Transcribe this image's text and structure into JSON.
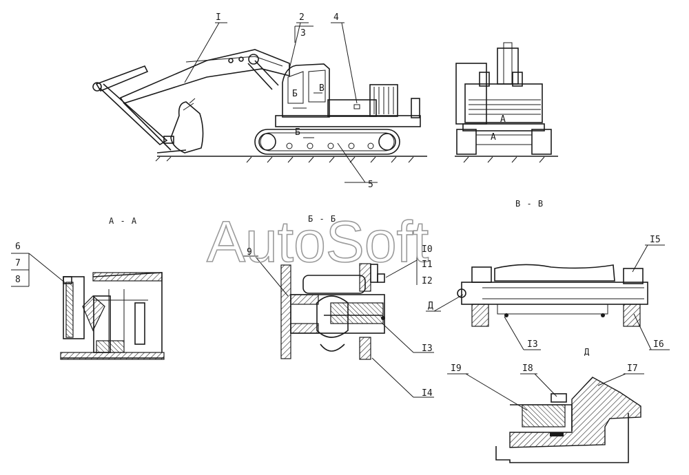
{
  "watermark": "AutoSoft",
  "section_titles": {
    "aa": "А - А",
    "bb": "Б - Б",
    "vv": "В - В",
    "d": "Д"
  },
  "callouts": {
    "c1": "I",
    "c2": "2",
    "c3": "3",
    "c4": "4",
    "c5": "5",
    "c6": "6",
    "c7": "7",
    "c8": "8",
    "c9": "9",
    "c10": "I0",
    "c11": "I1",
    "c12": "I2",
    "c13a": "I3",
    "c13b": "I3",
    "c14": "I4",
    "c15": "I5",
    "c16": "I6",
    "c17": "I7",
    "c18": "I8",
    "c19": "I9",
    "cD": "Д"
  },
  "view_marks": {
    "b_upper": "Б",
    "v_upper": "В",
    "b_lower": "Б",
    "a_front": "А",
    "a_front2": "А"
  }
}
